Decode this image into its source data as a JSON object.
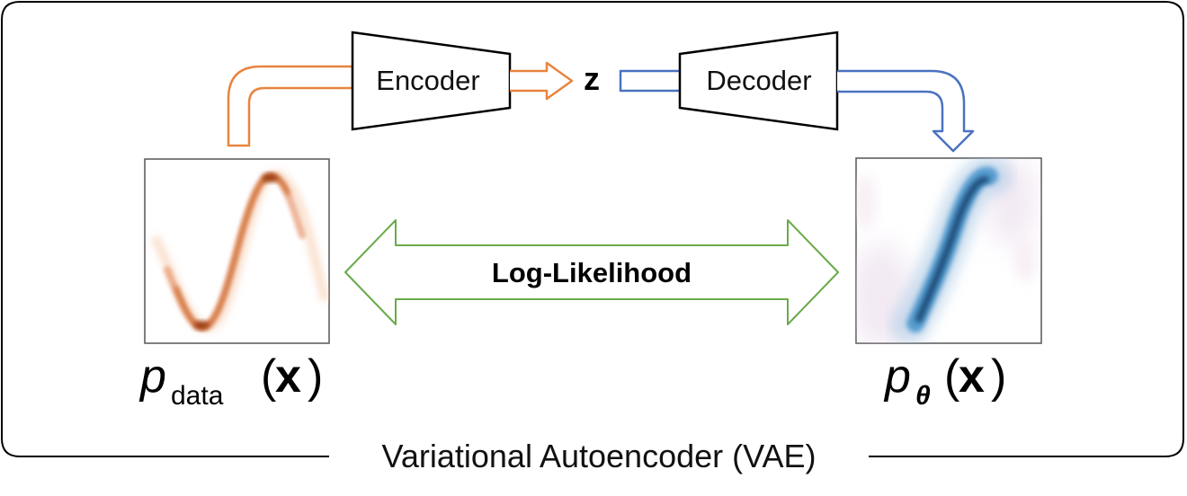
{
  "diagram": {
    "frame_caption": "Variational Autoencoder (VAE)",
    "encoder_label": "Encoder",
    "decoder_label": "Decoder",
    "latent_label": "z",
    "center_label": "Log-Likelihood",
    "left_dist": {
      "p": "p",
      "sub": "data",
      "paren_open": "(",
      "x": "x",
      "paren_close": ")"
    },
    "right_dist": {
      "p": "p",
      "sub": "θ",
      "paren_open": "(",
      "x": "x",
      "paren_close": ")"
    },
    "colors": {
      "encoder_arrow": "#E8843E",
      "decoder_arrow": "#4A72C0",
      "likelihood_arrow": "#6AAA4A",
      "data_curve": "#C04A0A",
      "model_density": "#1A6FB0"
    }
  }
}
